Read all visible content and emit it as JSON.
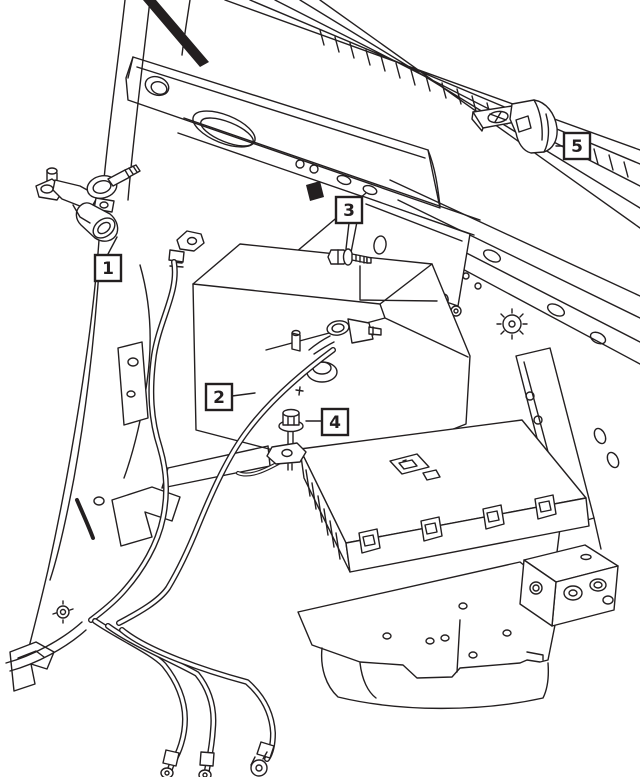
{
  "diagram": {
    "background_color": "#ffffff",
    "line_color": "#231f20",
    "callouts": [
      {
        "label": "1"
      },
      {
        "label": "2"
      },
      {
        "label": "3"
      },
      {
        "label": "4"
      },
      {
        "label": "5"
      }
    ]
  }
}
